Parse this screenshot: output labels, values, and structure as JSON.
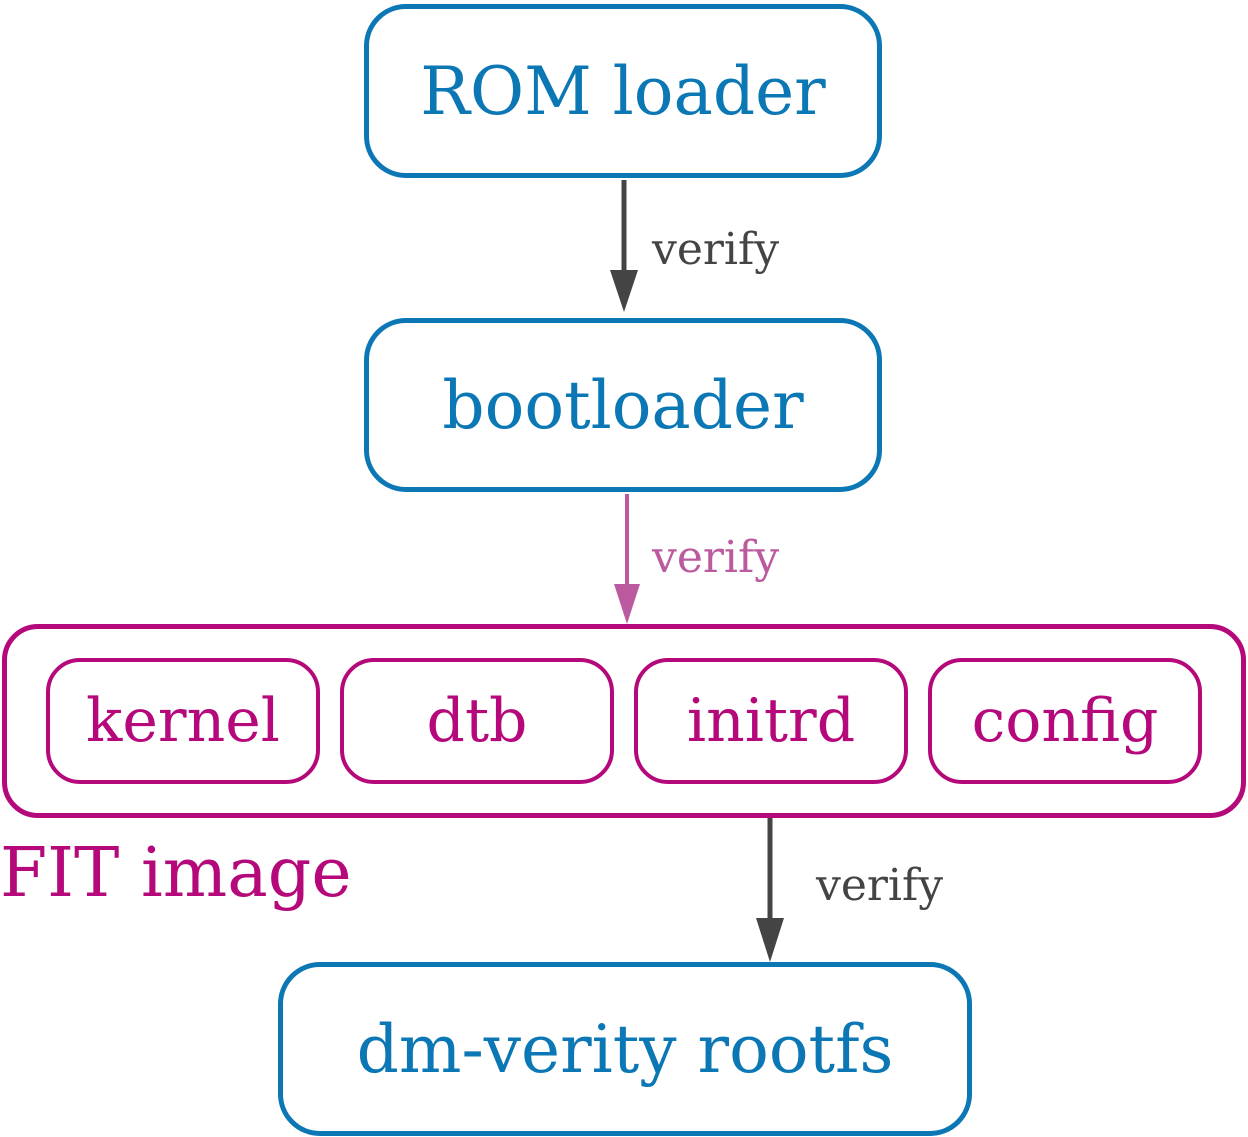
{
  "nodes": {
    "rom_loader": "ROM loader",
    "bootloader": "bootloader",
    "rootfs": "dm-verity rootfs"
  },
  "fit_image": {
    "label": "FIT image",
    "items": [
      "kernel",
      "dtb",
      "initrd",
      "config"
    ]
  },
  "edges": [
    {
      "label": "verify",
      "color": "#444444"
    },
    {
      "label": "verify",
      "color": "#bb5a9e"
    },
    {
      "label": "verify",
      "color": "#444444"
    }
  ],
  "colors": {
    "blue": "#0b77b4",
    "magenta": "#b5087a",
    "arrow_dark": "#444444",
    "arrow_pink": "#bb5a9e"
  }
}
